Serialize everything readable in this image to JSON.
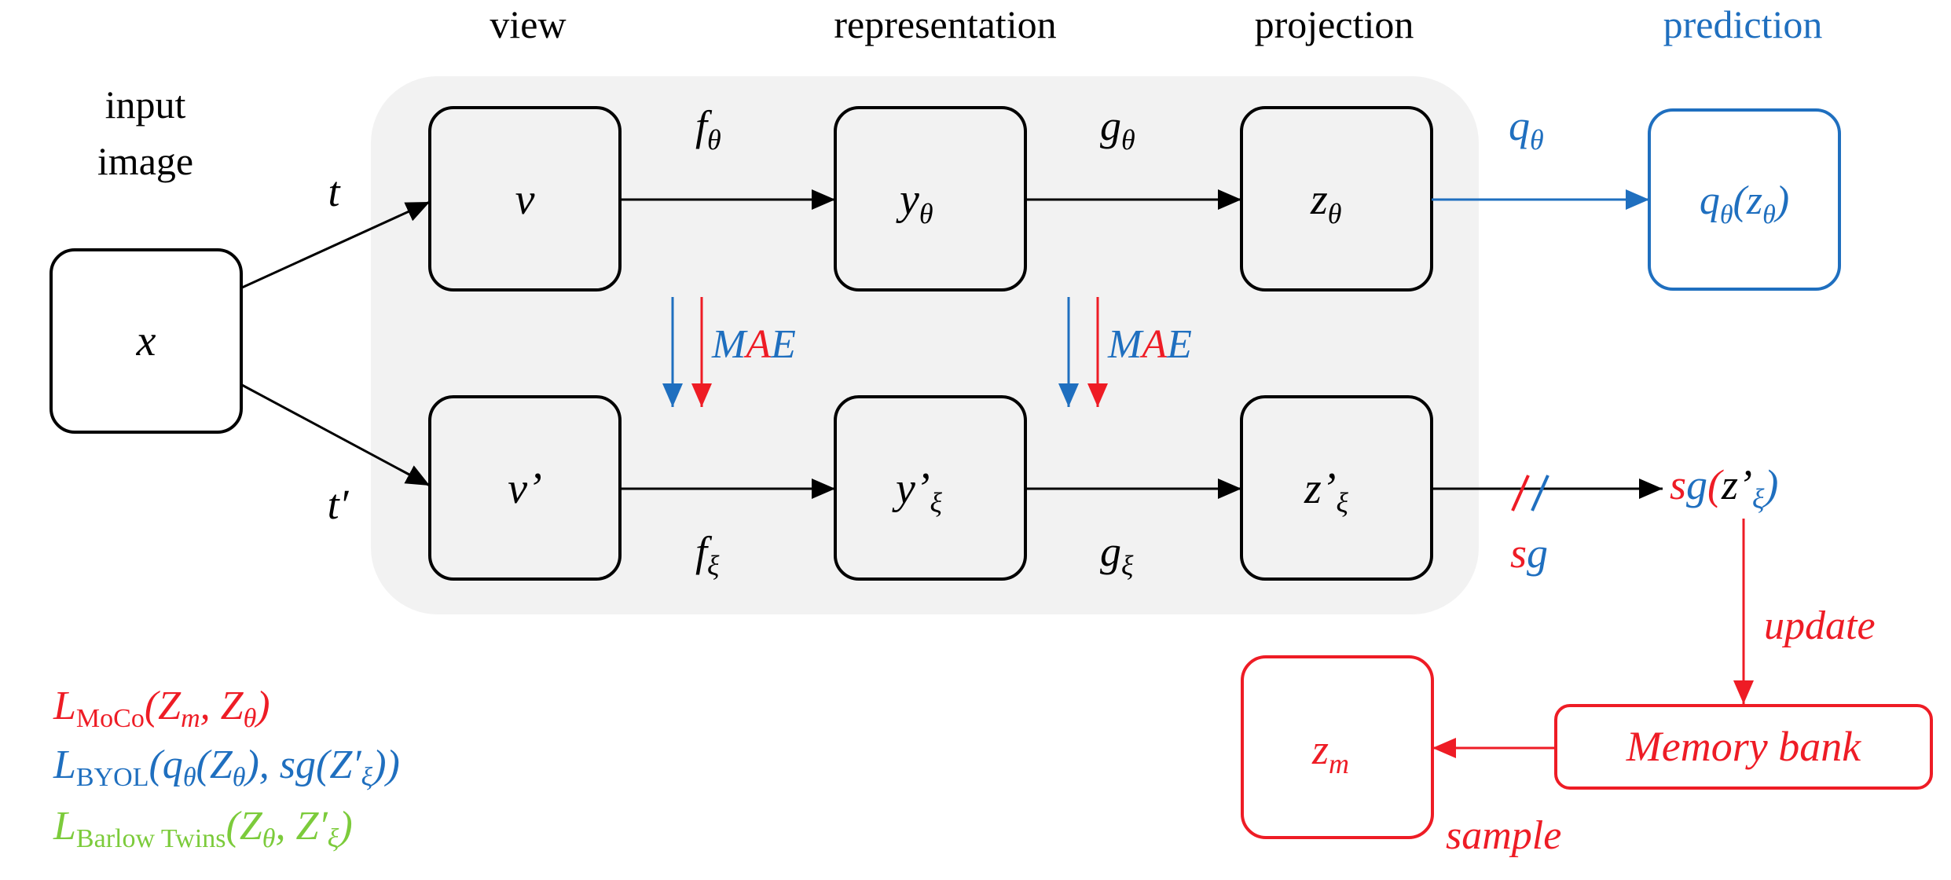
{
  "colors": {
    "black": "#000000",
    "blue": "#1f6fbf",
    "red": "#ee1c25",
    "green": "#7ccb3b",
    "panel": "#f2f2f2"
  },
  "headers": {
    "view": "view",
    "representation": "representation",
    "projection": "projection",
    "prediction": "prediction"
  },
  "input": {
    "line1": "input",
    "line2": "image",
    "node": "x"
  },
  "transforms": {
    "t": "t",
    "t_prime": "t′"
  },
  "online": {
    "v": "v",
    "y": "y",
    "y_sub": "θ",
    "z": "z",
    "z_sub": "θ",
    "f": "f",
    "f_sub": "θ",
    "g": "g",
    "g_sub": "θ",
    "q": "q",
    "q_sub": "θ",
    "pred": {
      "q": "q",
      "q_sub": "θ",
      "lp": "(",
      "z": "z",
      "z_sub": "θ",
      "rp": ")"
    }
  },
  "target": {
    "v": "v’",
    "y": "y’",
    "y_sub": "ξ",
    "z": "z’",
    "z_sub": "ξ",
    "f": "f",
    "f_sub": "ξ",
    "g": "g",
    "g_sub": "ξ"
  },
  "mae": {
    "m": "M",
    "a": "A",
    "e": "E"
  },
  "stopgrad": {
    "label_s": "s",
    "label_g": "g",
    "out": {
      "s": "s",
      "g": "g",
      "lp": "(",
      "z": "z’",
      "z_sub": "ξ",
      "rp": ")"
    }
  },
  "memory": {
    "update": "update",
    "bank": "Memory bank",
    "sample": "sample",
    "node": "z",
    "node_sub": "m"
  },
  "losses": {
    "moco": {
      "L": "L",
      "sub": "MoCo",
      "args": "(Z",
      "a1": "m",
      "mid": ", Z",
      "a2": "θ",
      "end": ")"
    },
    "byol": {
      "L": "L",
      "sub": "BYOL",
      "args": "(q",
      "a0": "θ",
      "p1": "(Z",
      "a1": "θ",
      "mid": "), sg(Z′",
      "a2": "ξ",
      "end": "))"
    },
    "barlow": {
      "L": "L",
      "sub": "Barlow Twins",
      "args": "(Z",
      "a1": "θ",
      "mid": ", Z′",
      "a2": "ξ",
      "end": ")"
    }
  }
}
